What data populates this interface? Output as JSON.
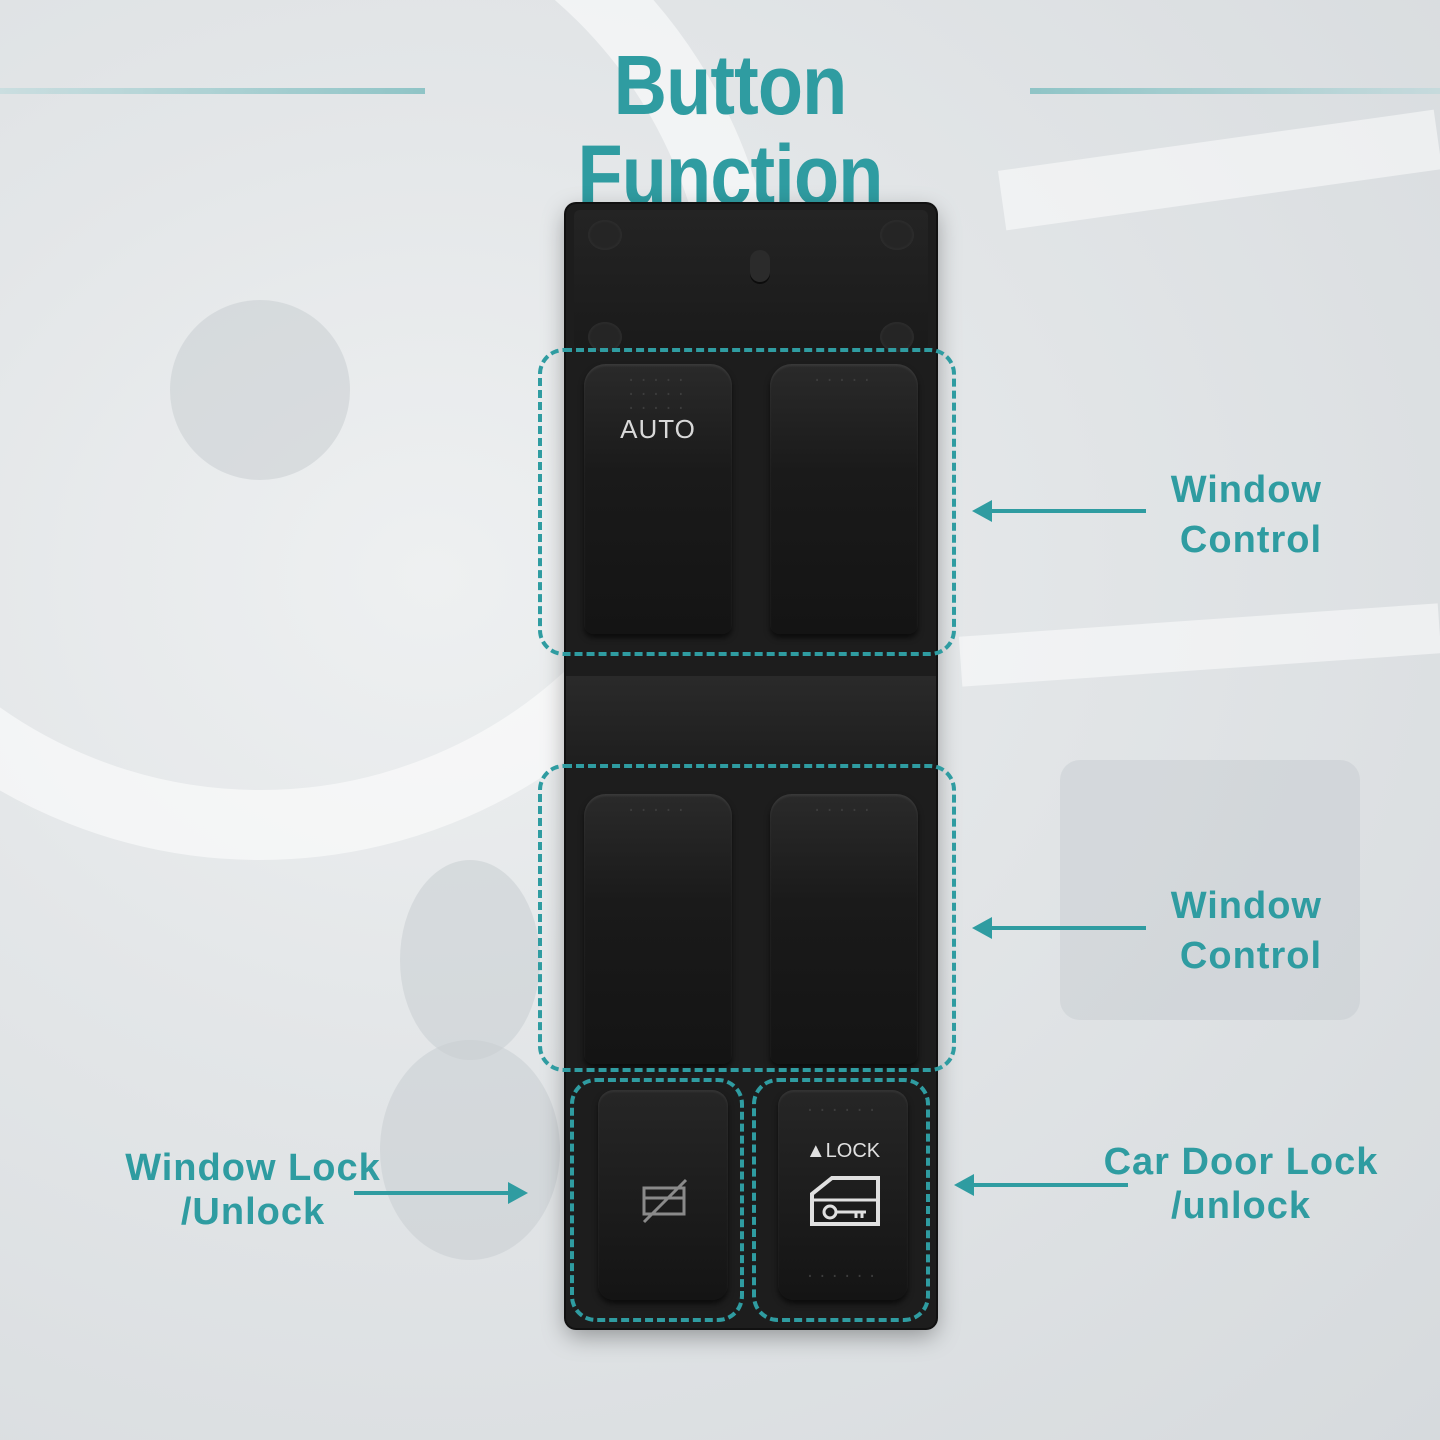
{
  "title": "Button Function",
  "switch": {
    "auto_label": "AUTO",
    "lock_label": "▲LOCK"
  },
  "labels": {
    "window_control_top": [
      "Window",
      "Control"
    ],
    "window_control_bottom": [
      "Window",
      "Control"
    ],
    "window_lock": [
      "Window Lock",
      "/Unlock"
    ],
    "door_lock": [
      "Car Door Lock",
      "/unlock"
    ]
  },
  "colors": {
    "accent": "#2f9ca1",
    "switch_body": "#1d1d1d"
  },
  "icons": {
    "window_lock_button": "window-lock-crossed-icon",
    "door_lock_button": "door-lock-key-icon"
  }
}
